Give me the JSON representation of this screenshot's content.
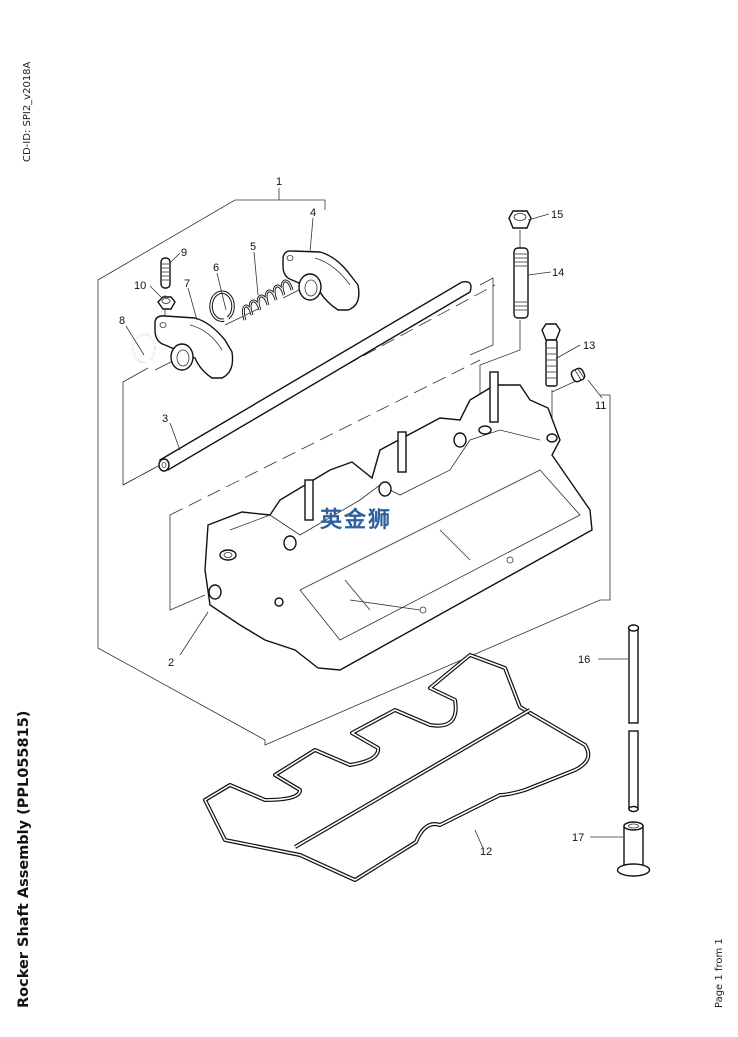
{
  "document": {
    "cd_id": "CD-ID: SPI2_v2018A",
    "title": "Rocker Shaft Assembly (PPL055815)",
    "page_footer": "Page 1 from 1",
    "watermark": "英金狮",
    "watermark_color": "#2e5f9e"
  },
  "callouts": [
    {
      "id": "1",
      "part": "rocker-shaft-assembly"
    },
    {
      "id": "2",
      "part": "rocker-shaft-bracket-housing"
    },
    {
      "id": "3",
      "part": "rocker-shaft"
    },
    {
      "id": "4",
      "part": "rocker-arm"
    },
    {
      "id": "5",
      "part": "spring"
    },
    {
      "id": "6",
      "part": "circlip"
    },
    {
      "id": "7",
      "part": "rocker-arm"
    },
    {
      "id": "8",
      "part": "circlip"
    },
    {
      "id": "9",
      "part": "adjusting-screw"
    },
    {
      "id": "10",
      "part": "lock-nut"
    },
    {
      "id": "11",
      "part": "plug"
    },
    {
      "id": "12",
      "part": "gasket"
    },
    {
      "id": "13",
      "part": "bolt"
    },
    {
      "id": "14",
      "part": "stud"
    },
    {
      "id": "15",
      "part": "nut"
    },
    {
      "id": "16",
      "part": "push-rod"
    },
    {
      "id": "17",
      "part": "tappet"
    }
  ]
}
